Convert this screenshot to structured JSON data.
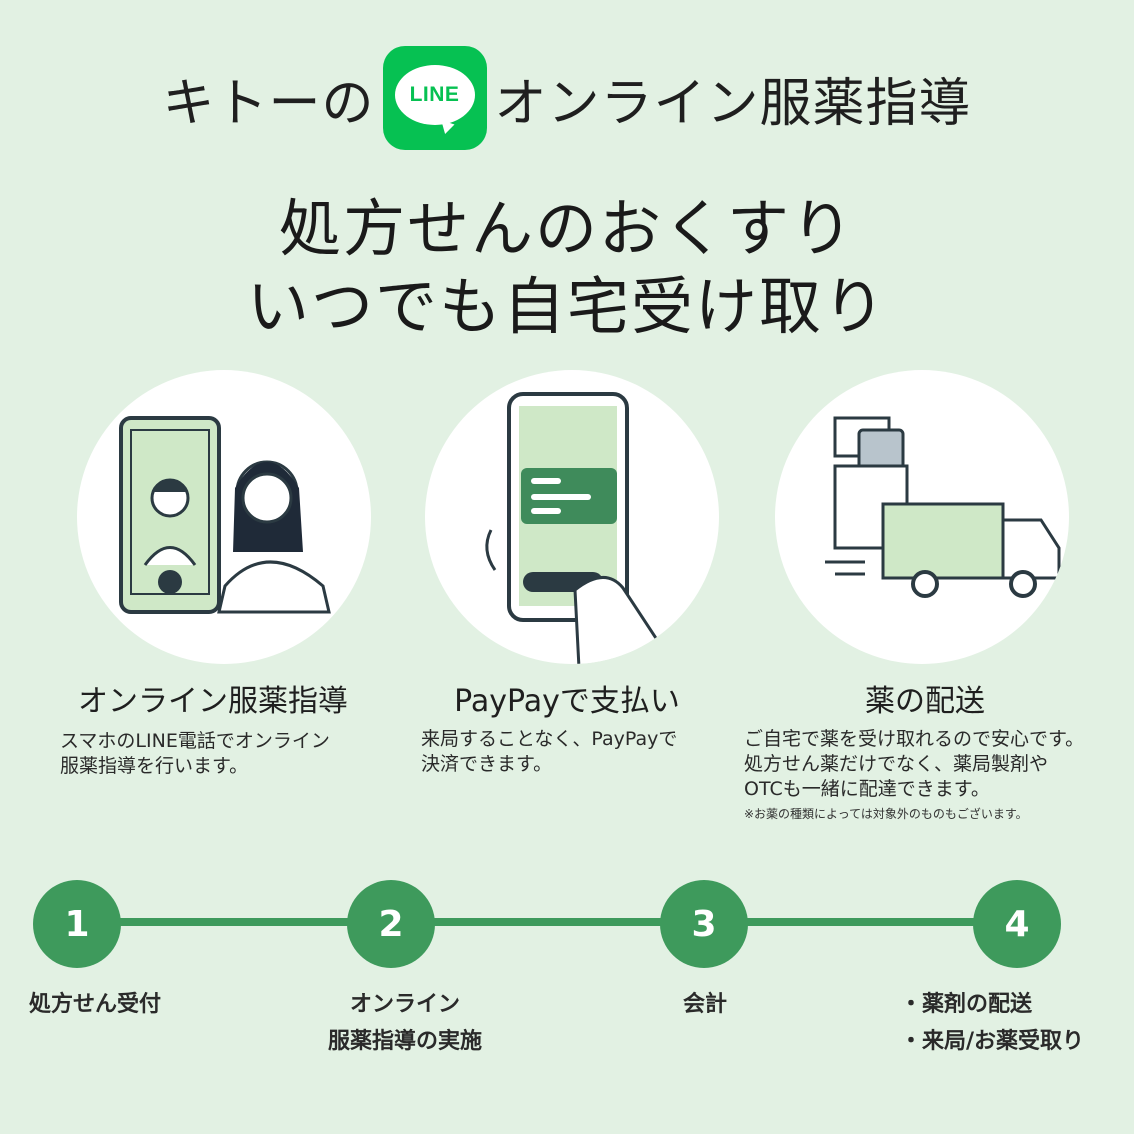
{
  "header": {
    "prefix": "キトーの",
    "logo_text": "LINE",
    "suffix": "オンライン服薬指導"
  },
  "headline": {
    "line1": "処方せんのおくすり",
    "line2": "いつでも自宅受け取り"
  },
  "features": [
    {
      "icon": "video-call-icon",
      "title": "オンライン服薬指導",
      "desc_lines": [
        "スマホのLINE電話でオンライン",
        "服薬指導を行います。"
      ]
    },
    {
      "icon": "phone-payment-icon",
      "title": "PayPayで支払い",
      "desc_lines": [
        "来局することなく、PayPayで",
        "決済できます。"
      ]
    },
    {
      "icon": "delivery-truck-icon",
      "title": "薬の配送",
      "desc_lines": [
        "ご自宅で薬を受け取れるので安心です。",
        "処方せん薬だけでなく、薬局製剤や",
        "OTCも一緒に配達できます。"
      ],
      "note": "※お薬の種類によっては対象外のものもございます。"
    }
  ],
  "steps": [
    {
      "number": "1",
      "label_lines": [
        "処方せん受付"
      ]
    },
    {
      "number": "2",
      "label_lines": [
        "オンライン",
        "服薬指導の実施"
      ]
    },
    {
      "number": "3",
      "label_lines": [
        "会計"
      ]
    },
    {
      "number": "4",
      "label_lines": [
        "・薬剤の配送",
        "・来局/お薬受取り"
      ]
    }
  ],
  "colors": {
    "background": "#e2f1e3",
    "line_green": "#06c152",
    "step_green": "#3e9a5c",
    "illustration_green": "#cfe8c7"
  }
}
